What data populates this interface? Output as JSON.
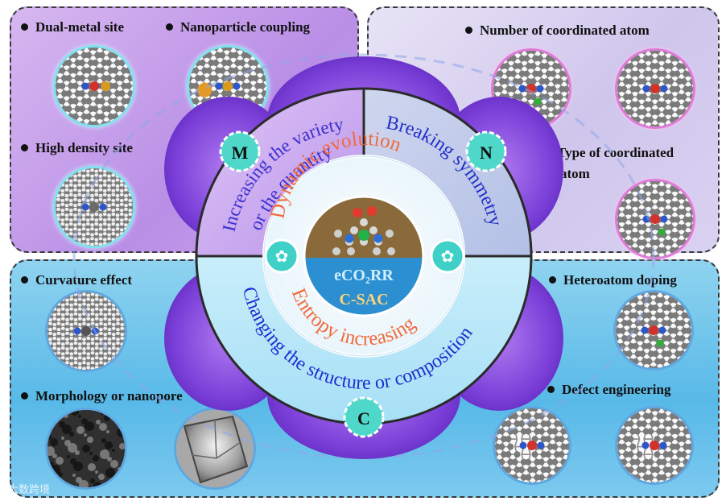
{
  "panels": {
    "m": {
      "items": [
        "Dual-metal site",
        "Nanoparticle coupling",
        "High density site"
      ]
    },
    "n": {
      "items": [
        "Number of coordinated atom",
        "Type of coordinated",
        "atom"
      ]
    },
    "c": {
      "items": [
        "Curvature effect",
        "Morphology or nanopore",
        "Heteroatom doping",
        "Defect engineering"
      ]
    }
  },
  "wheel": {
    "quadrant_m": [
      "Increasing the variety",
      "or the quantity"
    ],
    "quadrant_n": "Breaking symmetry",
    "lower_arc": "Changing the structure or composition",
    "inner_top": "Dynamic evolution",
    "inner_bottom": "Entropy increasing",
    "center_top": "eCO₂RR",
    "center_bottom": "C-SAC",
    "badges": [
      "M",
      "N",
      "C"
    ]
  },
  "watermark": "大数跨境"
}
